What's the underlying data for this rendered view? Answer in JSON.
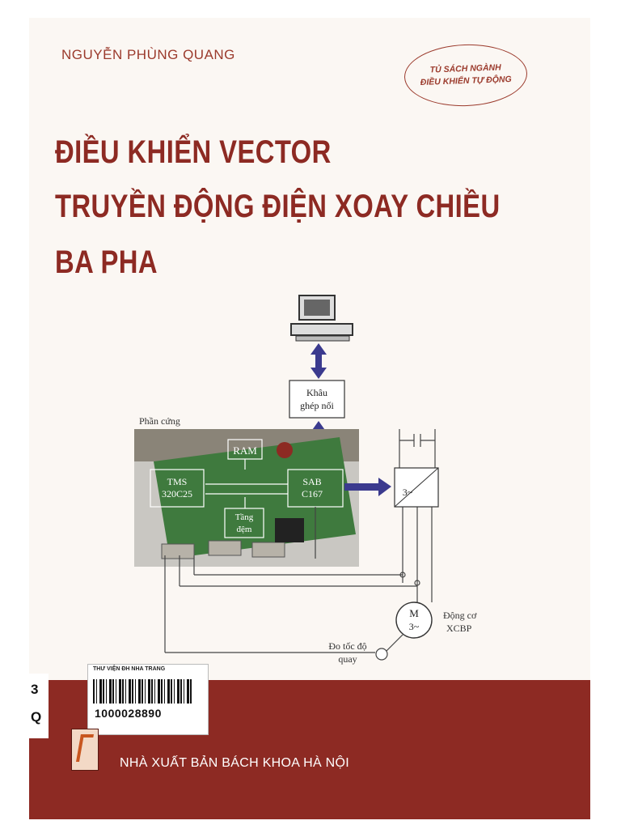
{
  "author": "NGUYỄN PHÙNG QUANG",
  "series": {
    "line1": "TỦ SÁCH NGÀNH",
    "line2": "ĐIỀU KHIỂN TỰ ĐỘNG"
  },
  "title": {
    "line1": "ĐIỀU KHIỂN VECTOR",
    "line2": "TRUYỀN ĐỘNG ĐIỆN XOAY CHIỀU",
    "line3": "BA PHA"
  },
  "diagram": {
    "interface_line1": "Khâu",
    "interface_line2": "ghép nối",
    "hardware_label": "Phần cứng",
    "ram": "RAM",
    "tms_line1": "TMS",
    "tms_line2": "320C25",
    "sab_line1": "SAB",
    "sab_line2": "C167",
    "buffer_line1": "Tầng",
    "buffer_line2": "đệm",
    "inverter": "3~",
    "motor_line1": "M",
    "motor_line2": "3~",
    "motor_label_line1": "Động cơ",
    "motor_label_line2": "XCBP",
    "speed_line1": "Đo tốc độ",
    "speed_line2": "quay"
  },
  "library": {
    "name": "THƯ VIỆN ĐH NHA TRANG",
    "barcode": "1000028890",
    "spine_1": "3",
    "spine_2": "Q"
  },
  "publisher": "NHÀ XUẤT BẢN BÁCH KHOA HÀ NỘI",
  "colors": {
    "title": "#8d2a23",
    "band": "#8d2a23",
    "arrow": "#3b3a8e"
  }
}
